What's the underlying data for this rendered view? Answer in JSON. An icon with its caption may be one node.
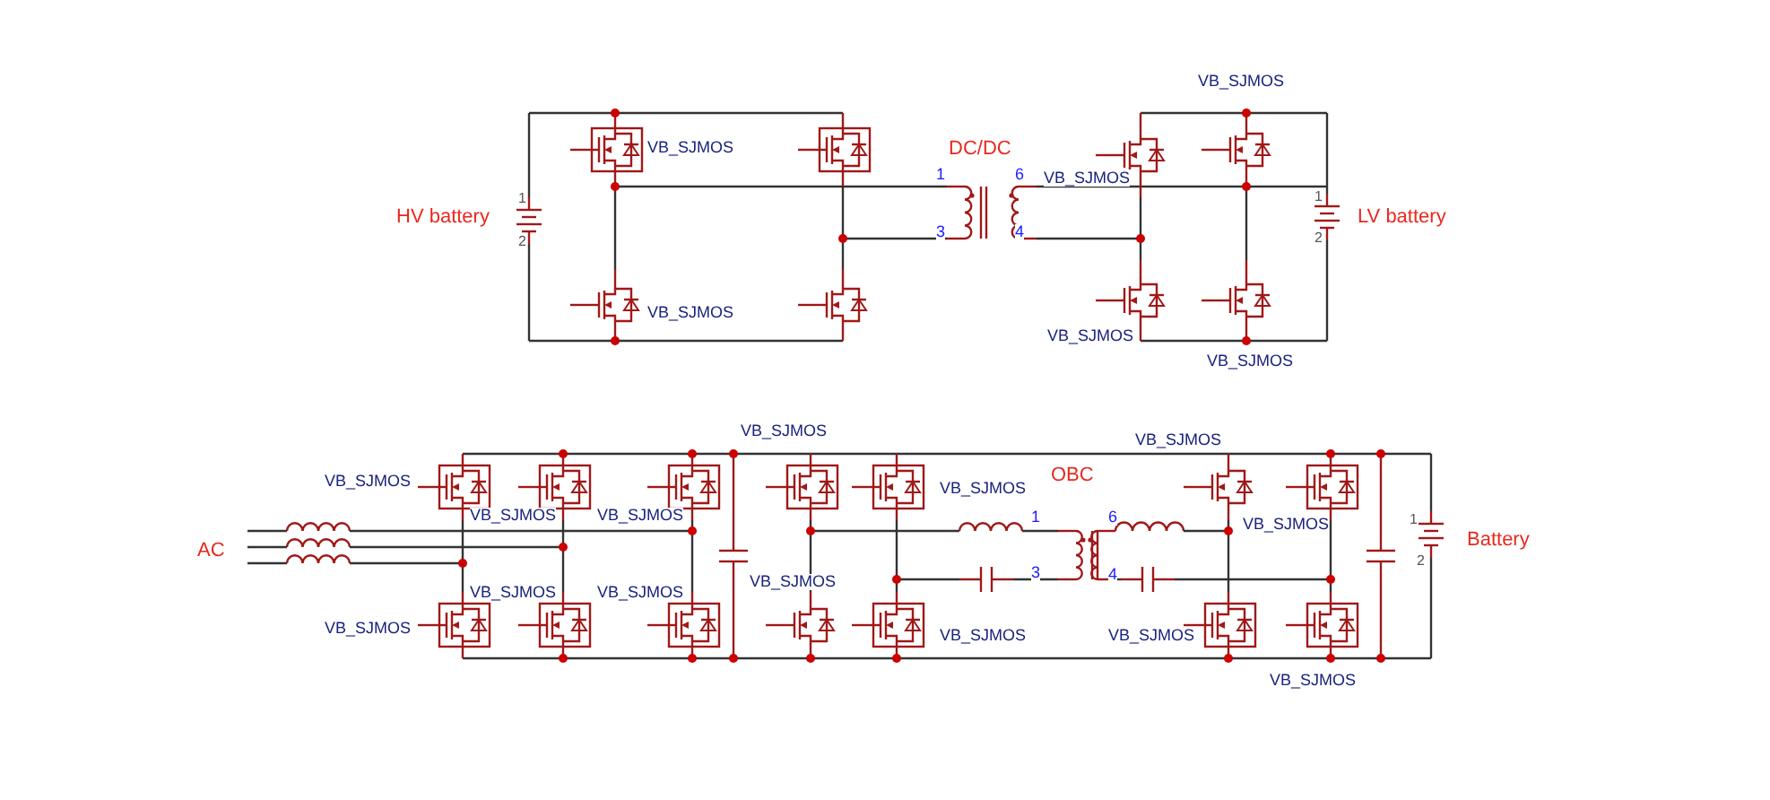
{
  "diagram": {
    "labels": [
      "VB_SJMOS",
      "VB_SJMOS",
      "DC/DC",
      "1",
      "6",
      "VB_SJMOS",
      "1",
      "1",
      "HV battery",
      "LV battery",
      "3",
      "4",
      "2",
      "2",
      "VB_SJMOS",
      "VB_SJMOS",
      "VB_SJMOS",
      "VB_SJMOS",
      "VB_SJMOS",
      "OBC",
      "VB_SJMOS",
      "VB_SJMOS",
      "VB_SJMOS",
      "VB_SJMOS",
      "1",
      "6",
      "VB_SJMOS",
      "1",
      "Battery",
      "AC",
      "2",
      "3",
      "4",
      "VB_SJMOS",
      "VB_SJMOS",
      "VB_SJMOS",
      "VB_SJMOS",
      "VB_SJMOS",
      "VB_SJMOS",
      "VB_SJMOS"
    ]
  }
}
